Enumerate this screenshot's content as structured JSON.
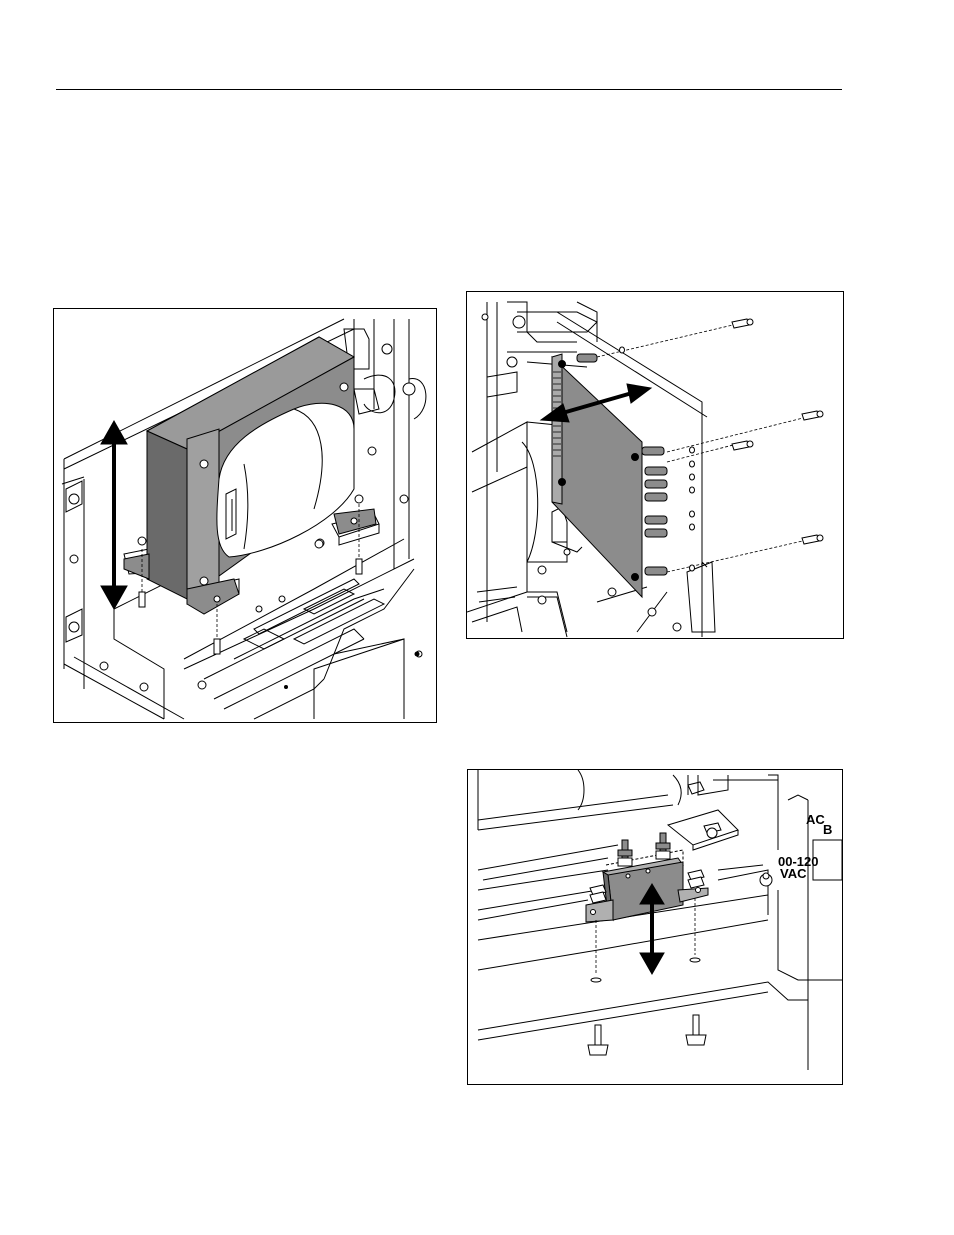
{
  "figures": [
    {
      "id": "transformer-figure"
    },
    {
      "id": "circuit-board-figure"
    },
    {
      "id": "relay-figure",
      "labels": {
        "voltage_top": "00-120",
        "voltage_bottom": "VAC",
        "ac_label": "AC",
        "b_label": "B"
      }
    }
  ],
  "colors": {
    "component_fill": "#8c8c8c",
    "component_fill_light": "#a8a8a8",
    "line": "#000000",
    "background": "#ffffff"
  }
}
